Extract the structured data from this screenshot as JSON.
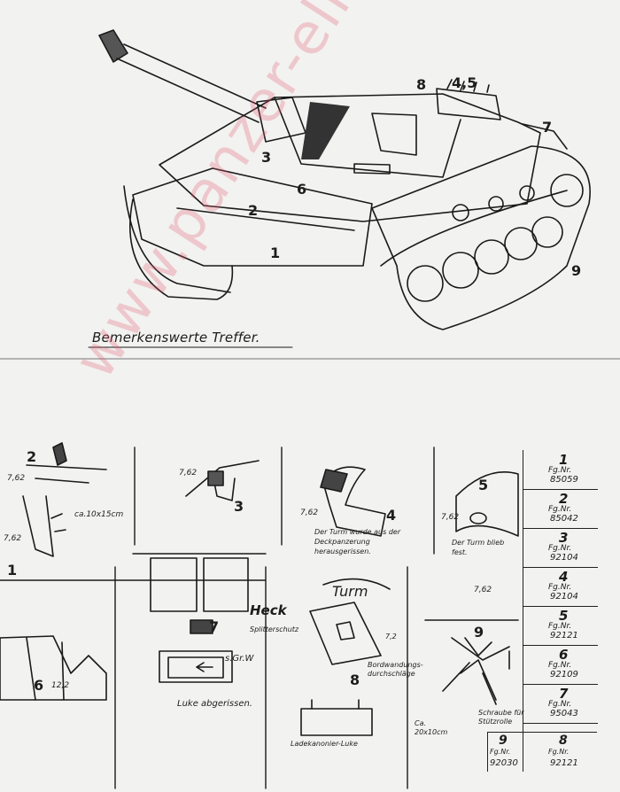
{
  "caption": "Bemerkenswerte Treffer.",
  "tank_callouts": {
    "c1": "1",
    "c2": "2",
    "c3": "3",
    "c45": "4,5",
    "c6": "6",
    "c7": "7",
    "c8": "8",
    "c9": "9"
  },
  "details": {
    "d1": {
      "num": "1"
    },
    "d2": {
      "num": "2",
      "cal": "7,62",
      "size": "ca.10x15cm",
      "cal2": "7,62"
    },
    "d3": {
      "num": "3",
      "cal": "7,62"
    },
    "d4": {
      "num": "4",
      "cal": "7,62",
      "note": "Der Turm wurde aus der Deckpanzerung herausgerissen."
    },
    "d5": {
      "num": "5",
      "cal": "7,62",
      "note": "Der Turm blieb fest."
    },
    "d6": {
      "num": "6",
      "cal": "12,2"
    },
    "d7": {
      "num": "7",
      "heck": "Heck",
      "splitter": "Splitterschutz",
      "sgrw": "s.Gr.W",
      "luke": "Luke abgerissen."
    },
    "d8": {
      "num": "8",
      "turm": "Turm",
      "cal": "7,2",
      "bordie": "Bordwandungs-durchschläge",
      "luke": "Ladekanonier-Luke"
    },
    "d9": {
      "num": "9",
      "cal": "7,62",
      "size": "Ca. 20x10cm",
      "schrauben": "Schraube für Stützrolle"
    }
  },
  "table": {
    "label": "Fg.Nr.",
    "rows": [
      {
        "num": "1",
        "value": "85059"
      },
      {
        "num": "2",
        "value": "85042"
      },
      {
        "num": "3",
        "value": "92104"
      },
      {
        "num": "4",
        "value": "92104"
      },
      {
        "num": "5",
        "value": "92121"
      },
      {
        "num": "6",
        "value": "92109"
      },
      {
        "num": "7",
        "value": "95043"
      },
      {
        "num": "9",
        "value": "92030"
      },
      {
        "num": "8",
        "value": "92121"
      }
    ]
  },
  "watermark": "www.panzer-elmirfing.org"
}
